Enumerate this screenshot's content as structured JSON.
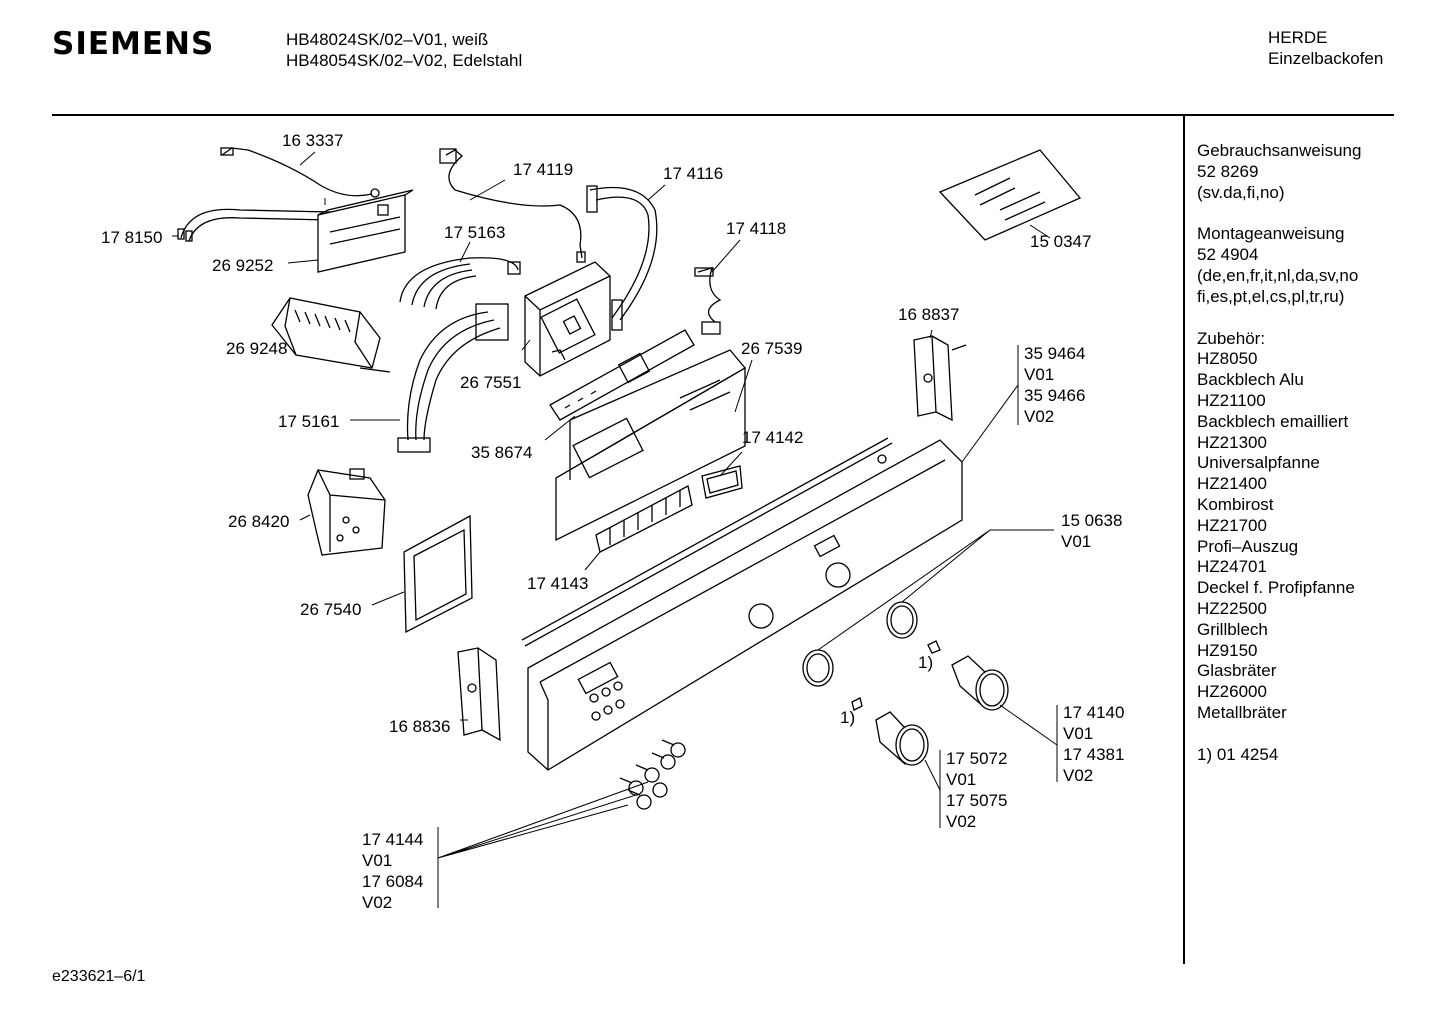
{
  "header": {
    "brand": "SIEMENS",
    "models": [
      "HB48024SK/02–V01, weiß",
      "HB48054SK/02–V02, Edelstahl"
    ],
    "category": "HERDE",
    "subcategory": "Einzelbackofen"
  },
  "sidebar": {
    "groups": [
      [
        "Gebrauchsanweisung",
        "52 8269",
        "(sv.da,fi,no)"
      ],
      [
        "Montageanweisung",
        "52 4904",
        "(de,en,fr,it,nl,da,sv,no",
        "fi,es,pt,el,cs,pl,tr,ru)"
      ],
      [
        "Zubehör:",
        "HZ8050",
        "Backblech Alu",
        "HZ21100",
        "Backblech emailliert",
        "HZ21300",
        "Universalpfanne",
        "HZ21400",
        "Kombirost",
        "HZ21700",
        "Profi–Auszug",
        "HZ24701",
        "Deckel f. Profipfanne",
        "HZ22500",
        "Grillblech",
        "HZ9150",
        "Glasbräter",
        "HZ26000",
        "Metallbräter"
      ],
      [
        "1) 01 4254"
      ]
    ]
  },
  "parts": {
    "p163337": "16 3337",
    "p178150": "17 8150",
    "p269252": "26 9252",
    "p269248": "26 9248",
    "p174119": "17 4119",
    "p175163": "17 5163",
    "p174116": "17 4116",
    "p174118": "17 4118",
    "p267551": "26 7551",
    "p267539": "26 7539",
    "p175161": "17 5161",
    "p358674": "35 8674",
    "p174142": "17 4142",
    "p268420": "26 8420",
    "p174143": "17 4143",
    "p267540": "26 7540",
    "p168836": "16 8836",
    "p150347": "15 0347",
    "p168837": "16 8837",
    "g359464": [
      "35 9464",
      "V01",
      "35 9466",
      "V02"
    ],
    "g150638": [
      "15 0638",
      "V01"
    ],
    "g174140": [
      "17 4140",
      "V01",
      "17 4381",
      "V02"
    ],
    "g175072": [
      "17 5072",
      "V01",
      "17 5075",
      "V02"
    ],
    "g174144": [
      "17 4144",
      "V01",
      "17 6084",
      "V02"
    ],
    "note1a": "1)",
    "note1b": "1)"
  },
  "footer": {
    "drawing_id": "e233621‒6/1"
  }
}
